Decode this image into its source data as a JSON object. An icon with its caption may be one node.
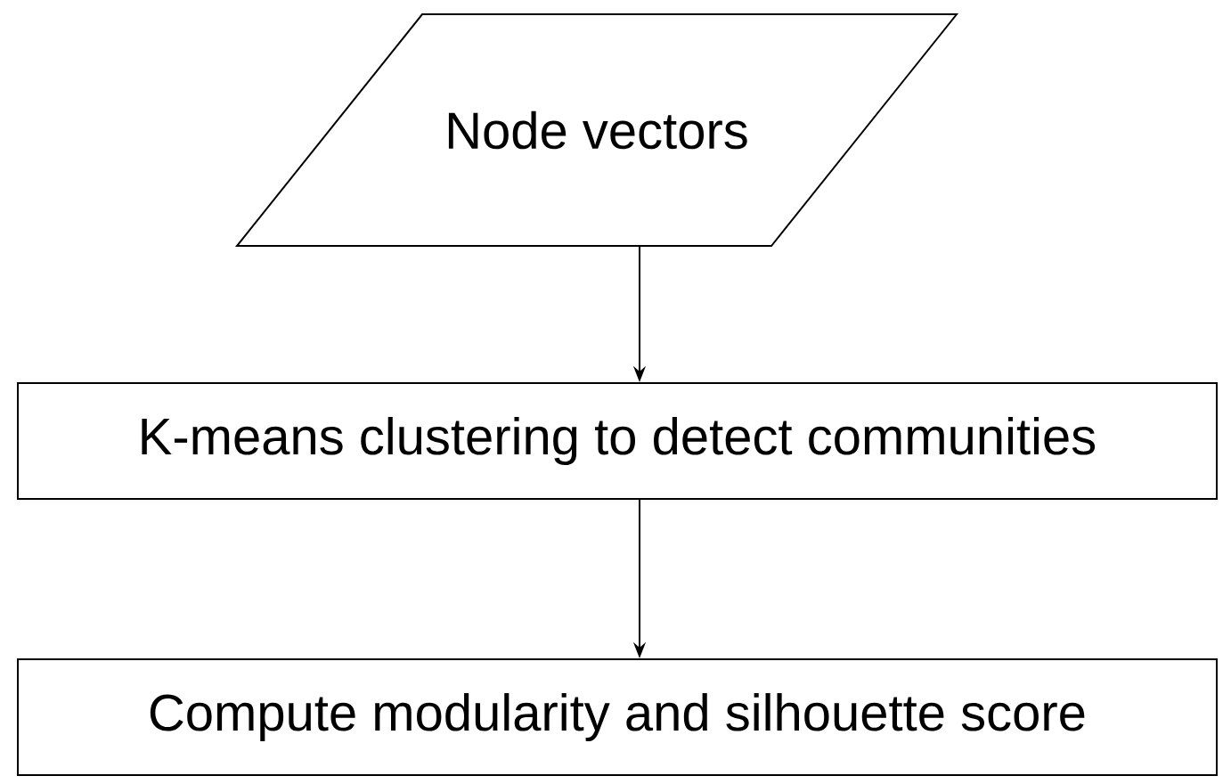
{
  "diagram": {
    "nodes": [
      {
        "text": [
          "Node vectors"
        ]
      },
      {
        "text": [
          "K-means clustering to detect communities"
        ]
      },
      {
        "text": [
          "Compute modularity and silhouette score"
        ]
      }
    ],
    "edges": [
      {
        "from": 0,
        "to": 1,
        "arrow": "to"
      },
      {
        "from": 1,
        "to": 2,
        "arrow": "to"
      }
    ]
  }
}
